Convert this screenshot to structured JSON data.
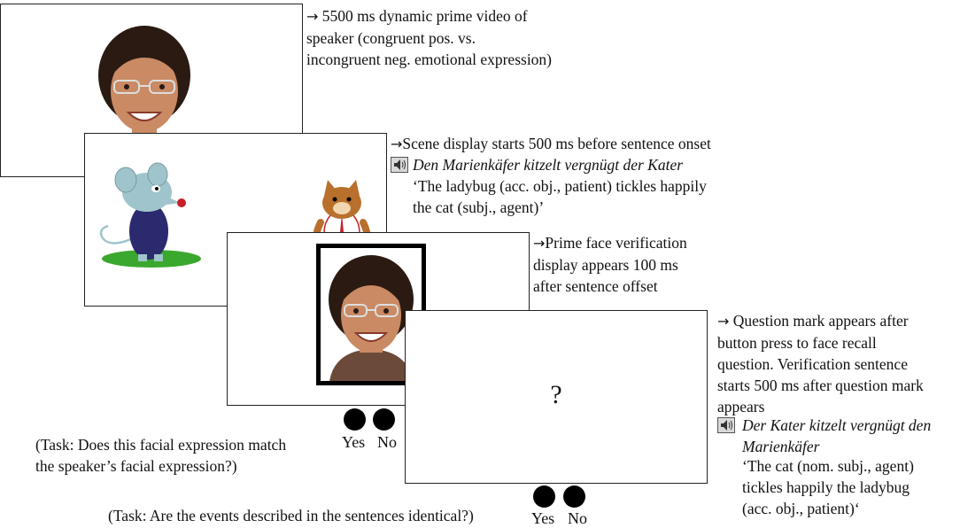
{
  "panel1": {
    "arrow": "→",
    "line1": "5500 ms dynamic prime video of",
    "line2": "speaker (congruent pos. vs.",
    "line3": "incongruent neg. emotional expression)"
  },
  "panel2": {
    "arrow": "→",
    "line1": "Scene display starts 500 ms before sentence onset",
    "sentence_de": "Den Marienkäfer kitzelt vergnügt der Kater",
    "gloss1": "‘The ladybug (acc. obj., patient) tickles happily",
    "gloss2": "the cat (subj., agent)’"
  },
  "panel3": {
    "arrow": "→",
    "line1": "Prime face verification",
    "line2": "display appears 100 ms",
    "line3": "after sentence offset",
    "yes": "Yes",
    "no": "No",
    "task1": "(Task: Does this facial expression match",
    "task2": "the speaker’s facial expression?)"
  },
  "panel4": {
    "arrow": "→",
    "line1": "Question mark appears after",
    "line2": "button press to face recall",
    "line3": "question. Verification sentence",
    "line4": "starts 500 ms after question mark",
    "line5": "appears",
    "sentence_de1": "Der Kater kitzelt vergnügt den",
    "sentence_de2": "Marienkäfer",
    "gloss1": "‘The cat (nom. subj., agent)",
    "gloss2": "tickles happily the ladybug",
    "gloss3": "(acc. obj., patient)‘",
    "question_mark": "?",
    "yes": "Yes",
    "no": "No",
    "task": "(Task: Are the events described in the sentences identical?)"
  },
  "colors": {
    "skin": "#c98a64",
    "hair": "#2a1a12",
    "grass": "#3aa82e",
    "mouse_body": "#9fc4cc",
    "jacket": "#2b2a6e",
    "cat_fur": "#b8702c"
  }
}
